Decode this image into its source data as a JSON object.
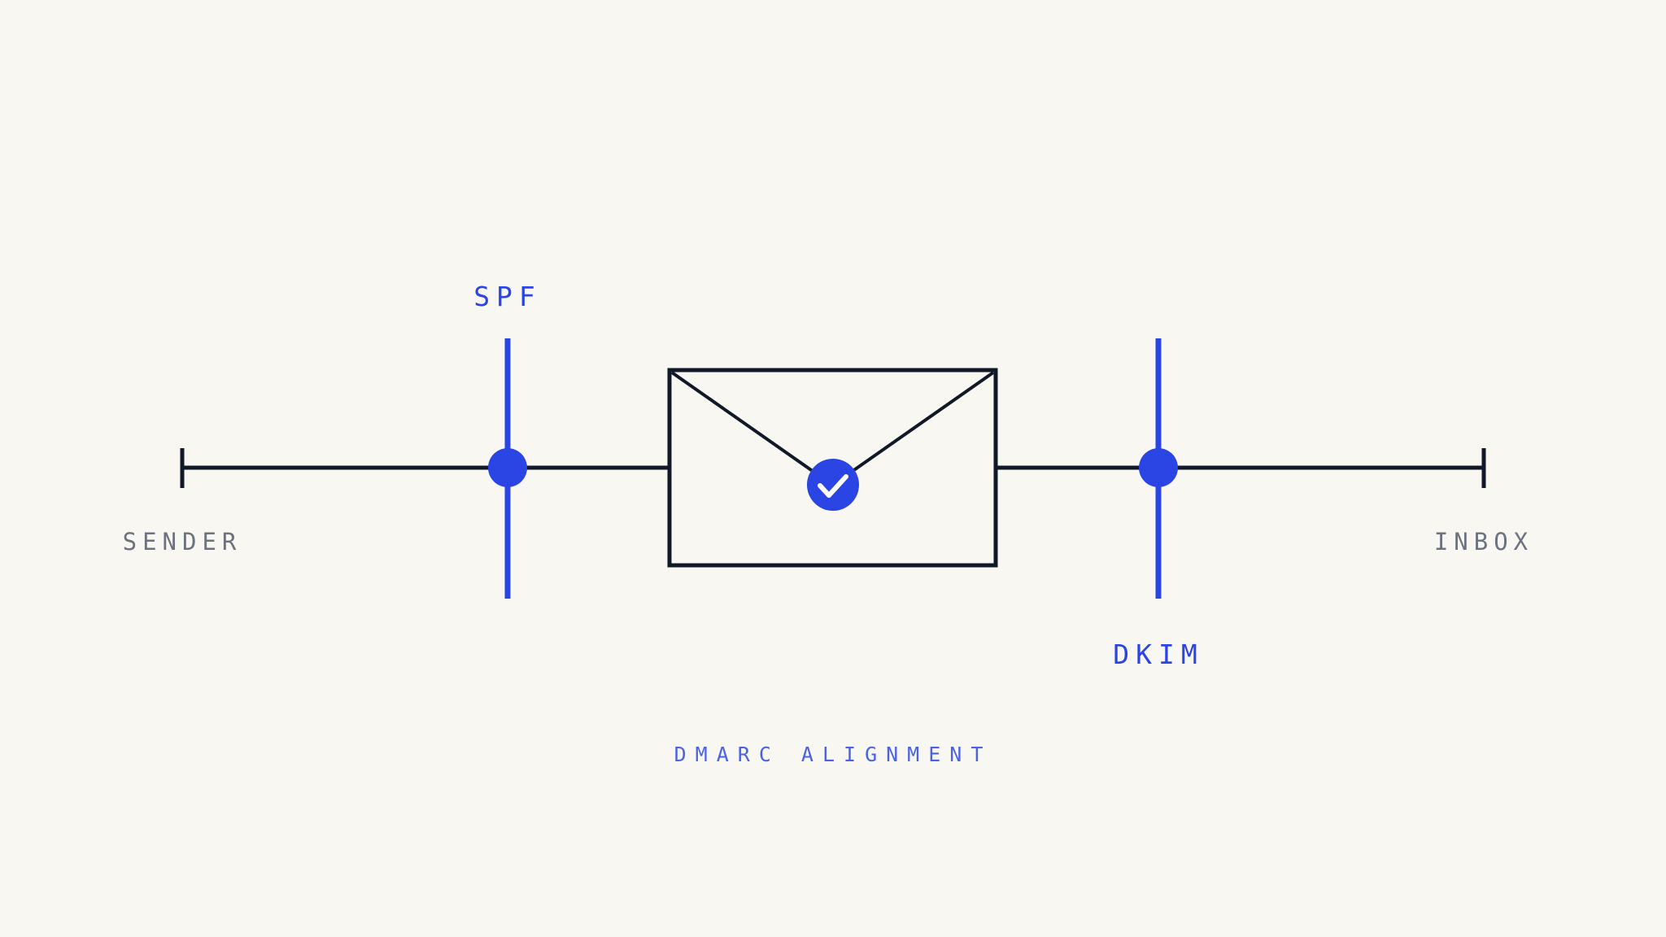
{
  "labels": {
    "sender": "SENDER",
    "inbox": "INBOX",
    "spf": "SPF",
    "dkim": "DKIM",
    "caption": "DMARC ALIGNMENT"
  },
  "icons": {
    "envelope": "envelope-icon",
    "check": "check-icon"
  },
  "colors": {
    "background": "#f9f7f2",
    "line": "#111827",
    "accent": "#2a45e4",
    "muted_text": "#6b7280",
    "caption_text": "#4a62e8"
  }
}
